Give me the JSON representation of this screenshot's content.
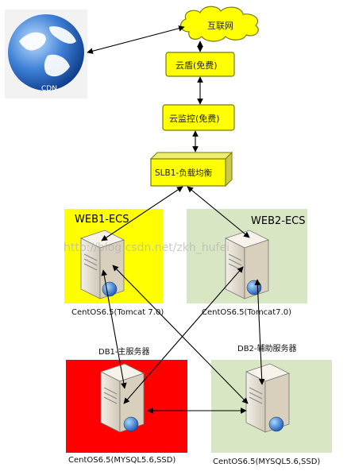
{
  "nodes": {
    "cdn": {
      "label": "CDN"
    },
    "internet": {
      "label": "互联网"
    },
    "yundun": {
      "label": "云盾(免费)"
    },
    "yunjiankong": {
      "label": "云监控(免费)"
    },
    "slb": {
      "label": "SLB1-负载均衡"
    },
    "web1": {
      "title": "WEB1-ECS",
      "caption": "CentOS6.5(Tomcat 7.0)",
      "bg": "#ffff00"
    },
    "web2": {
      "title": "WEB2-ECS",
      "caption": "CentOS6.5(Tomcat7.0)",
      "bg": "#d9e6c4"
    },
    "db1": {
      "title": "DB1-主服务器",
      "caption": "CentOS6.5(MYSQL5.6,SSD)",
      "bg": "#ff0000"
    },
    "db2": {
      "title": "DB2-辅助服务器",
      "caption": "CentOS6.5(MYSQL5.6,SSD)",
      "bg": "#d9e6c4"
    }
  },
  "watermark": "http://blog.csdn.net/zkh_hufei",
  "colors": {
    "box_fill": "#ffff00",
    "box_stroke": "#7a7a00",
    "arrow": "#000000"
  }
}
